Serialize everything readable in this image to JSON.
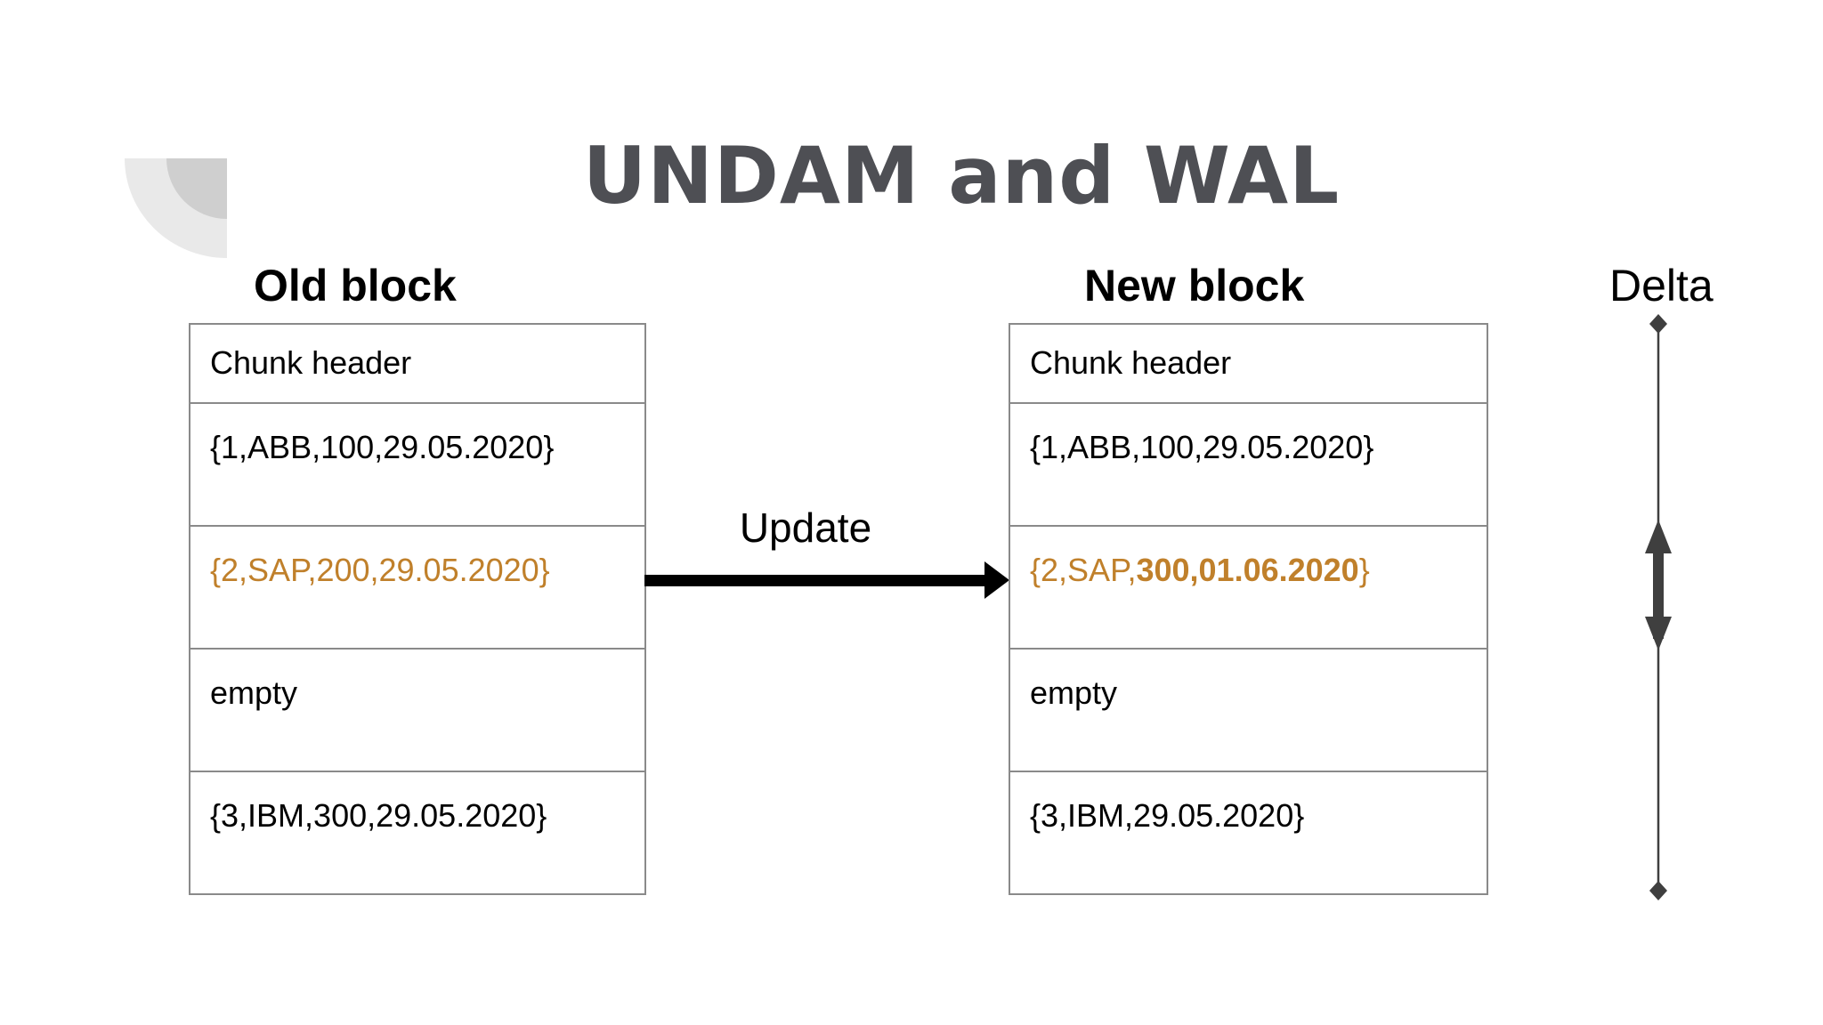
{
  "title": "UNDAM and WAL",
  "old_block": {
    "label": "Old block",
    "rows": [
      {
        "text": "Chunk header"
      },
      {
        "text": "{1,ABB,100,29.05.2020}"
      },
      {
        "text": "{2,SAP,200,29.05.2020}",
        "highlighted": true
      },
      {
        "text": "empty"
      },
      {
        "text": "{3,IBM,300,29.05.2020}"
      }
    ]
  },
  "update": {
    "label": "Update"
  },
  "new_block": {
    "label": "New block",
    "rows": [
      {
        "text": "Chunk header"
      },
      {
        "text": "{1,ABB,100,29.05.2020}"
      },
      {
        "prefix": "{2,SAP,",
        "changed": "300,01.06.2020",
        "suffix": "}",
        "highlighted": true
      },
      {
        "text": "empty"
      },
      {
        "text": "{3,IBM,29.05.2020}"
      }
    ]
  },
  "delta": {
    "label": "Delta"
  },
  "colors": {
    "highlight_orange": "#C0802B",
    "title_gray": "#4E4F54",
    "table_border_gray": "#8A8A8A",
    "delta_dark_gray": "#3F3F3F",
    "arrow_black": "#000000",
    "decoration_outer_gray": "#E9E9E9",
    "decoration_inner_gray": "#CFCFCF"
  }
}
